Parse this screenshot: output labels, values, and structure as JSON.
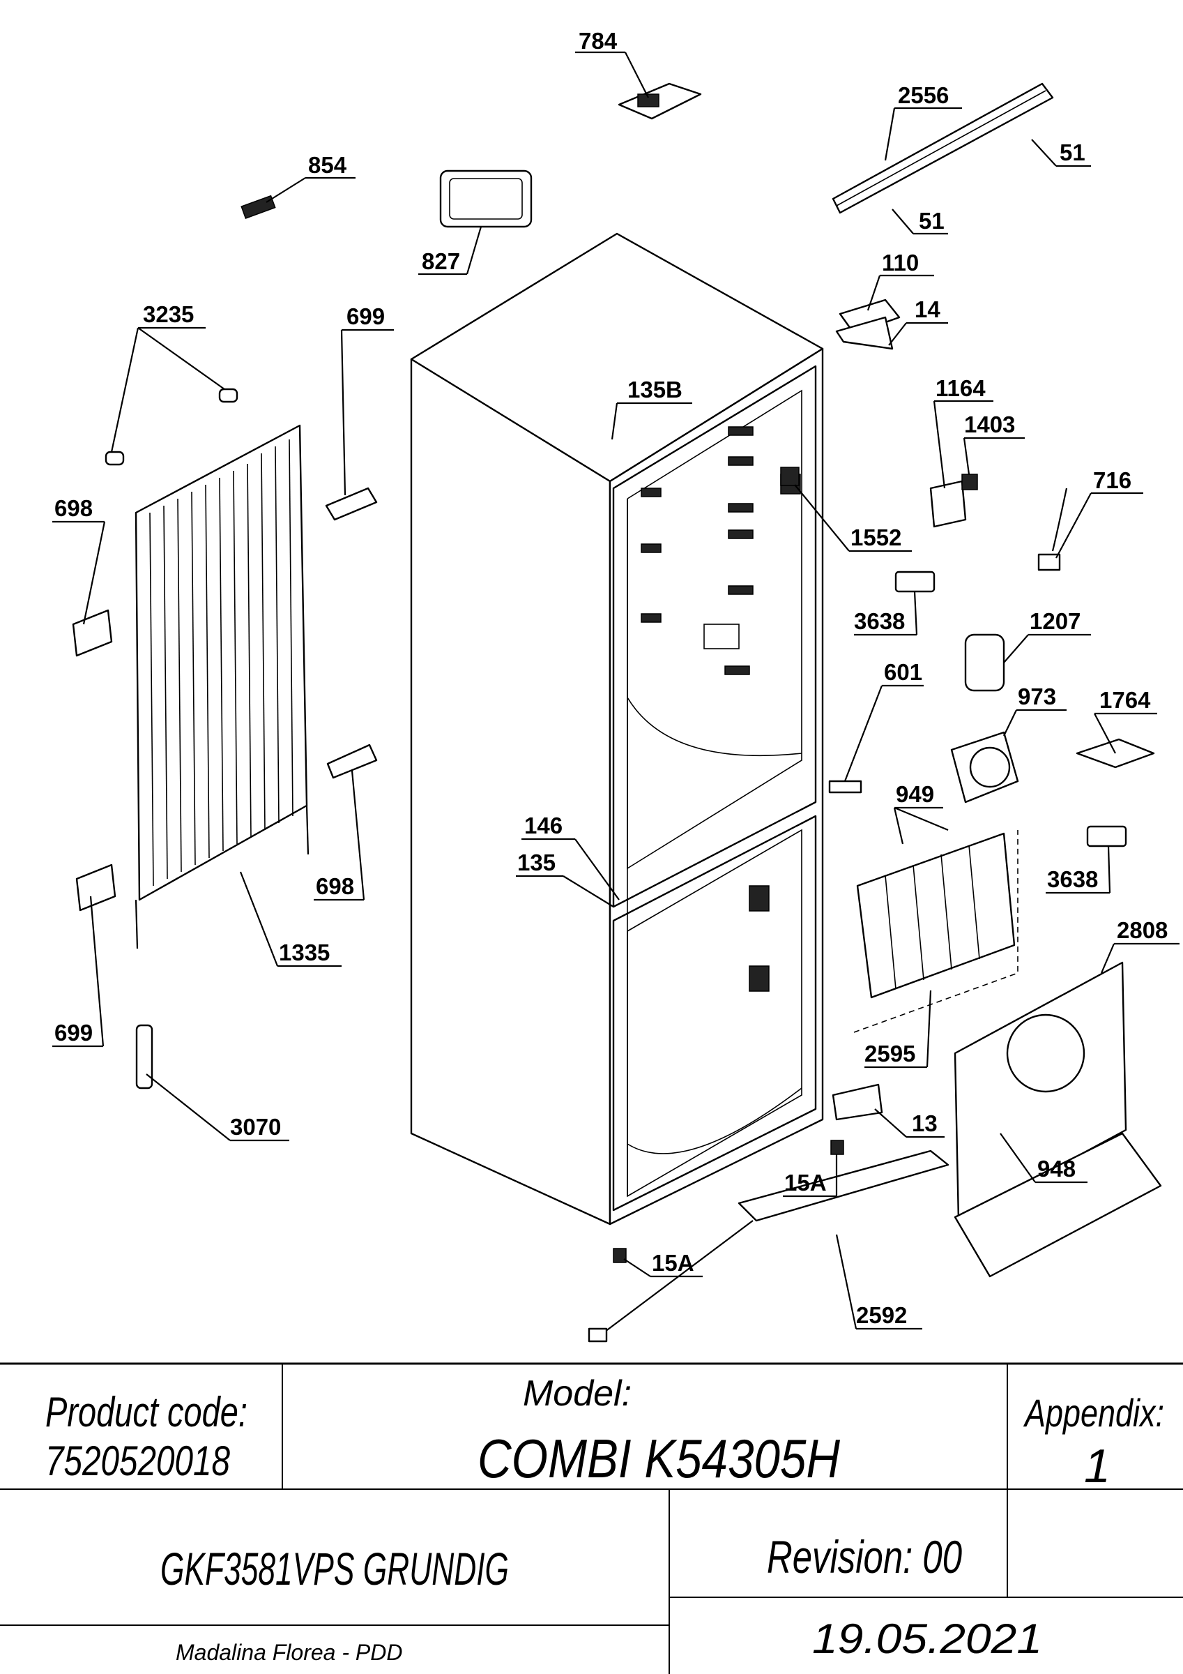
{
  "parts": [
    {
      "num": "784"
    },
    {
      "num": "2556"
    },
    {
      "num": "51"
    },
    {
      "num": "51"
    },
    {
      "num": "854"
    },
    {
      "num": "827"
    },
    {
      "num": "110"
    },
    {
      "num": "14"
    },
    {
      "num": "3235"
    },
    {
      "num": "699"
    },
    {
      "num": "135B"
    },
    {
      "num": "1164"
    },
    {
      "num": "1403"
    },
    {
      "num": "716"
    },
    {
      "num": "698"
    },
    {
      "num": "1552"
    },
    {
      "num": "3638"
    },
    {
      "num": "1207"
    },
    {
      "num": "601"
    },
    {
      "num": "973"
    },
    {
      "num": "1764"
    },
    {
      "num": "949"
    },
    {
      "num": "146"
    },
    {
      "num": "135"
    },
    {
      "num": "3638"
    },
    {
      "num": "698"
    },
    {
      "num": "2808"
    },
    {
      "num": "1335"
    },
    {
      "num": "699"
    },
    {
      "num": "2595"
    },
    {
      "num": "3070"
    },
    {
      "num": "13"
    },
    {
      "num": "948"
    },
    {
      "num": "15A"
    },
    {
      "num": "15A"
    },
    {
      "num": "2592"
    }
  ],
  "title_block": {
    "product_code_label": "Product code:",
    "product_code": "7520520018",
    "model_label": "Model:",
    "model": "COMBI K54305H",
    "appendix_label": "Appendix:",
    "appendix": "1",
    "brand_model": "GKF3581VPS GRUNDIG",
    "revision": "Revision: 00",
    "author": "Madalina Florea - PDD",
    "date": "19.05.2021"
  }
}
